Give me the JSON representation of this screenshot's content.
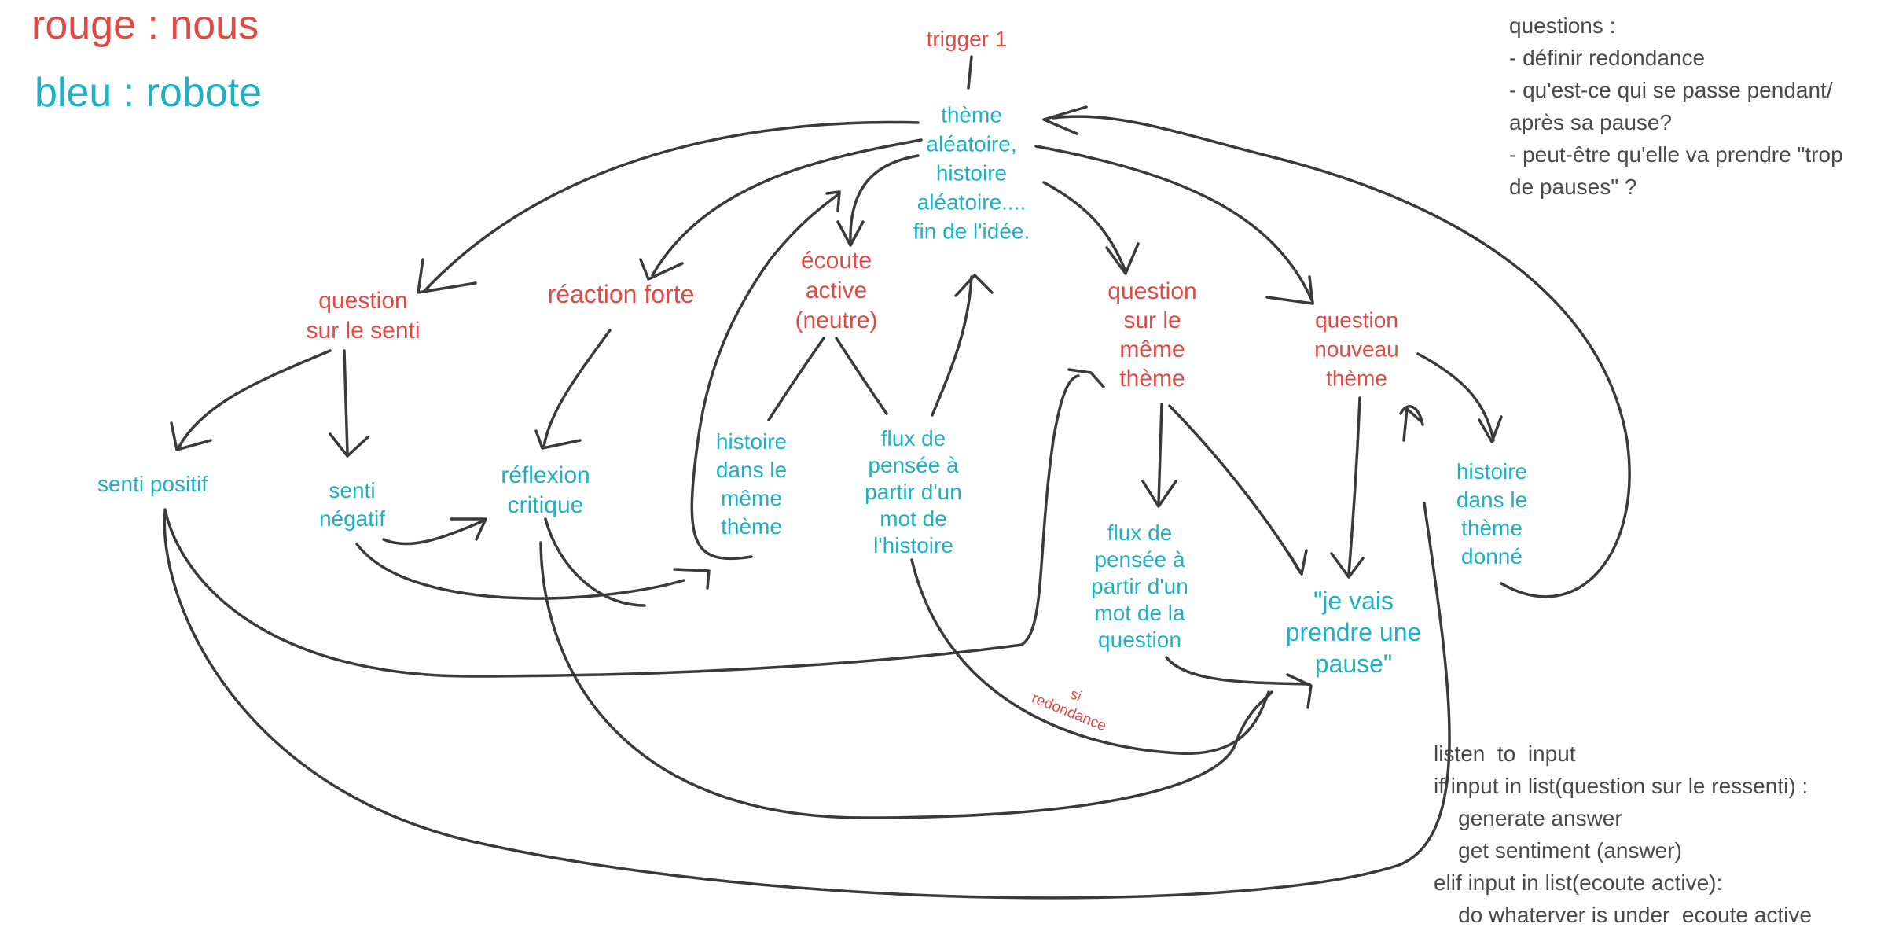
{
  "legend": {
    "red": "rouge : nous",
    "blue": "bleu : robote"
  },
  "colors": {
    "red": "#e04a45",
    "blue": "#1fb0c4",
    "ink": "#3a3a3a",
    "text": "#4a4a4a"
  },
  "nodes": {
    "trigger": "trigger 1",
    "theme": "thème\naléatoire,\nhistoire\naléatoire....\nfin de l'idée.",
    "q_senti": "question\nsur le senti",
    "reaction": "réaction forte",
    "ecoute": "écoute\nactive\n(neutre)",
    "q_meme": "question\nsur le\nmême\nthème",
    "q_nouveau": "question\nnouveau\nthème",
    "senti_pos": "senti positif",
    "senti_neg": "senti\nnégatif",
    "reflexion": "réflexion\ncritique",
    "hist_meme": "histoire\ndans le\nmême\nthème",
    "flux1": "flux de\npensée à\npartir d'un\nmot de\nl'histoire",
    "flux2": "flux de\npensée à\npartir d'un\nmot de la\nquestion",
    "pause": "\"je vais\nprendre une\npause\"",
    "hist_donne": "histoire\ndans le\nthème\ndonné",
    "redondance": "si\nredondance"
  },
  "questions": "questions :\n- définir redondance\n- qu'est-ce qui se passe pendant/\naprès sa pause?\n- peut-être qu'elle va prendre \"trop\nde pauses\" ?",
  "code": "listen  to  input\nif input in list(question sur le ressenti) :\n    generate answer\n    get sentiment (answer)\nelif input in list(ecoute active):\n    do whaterver is under  ecoute active"
}
